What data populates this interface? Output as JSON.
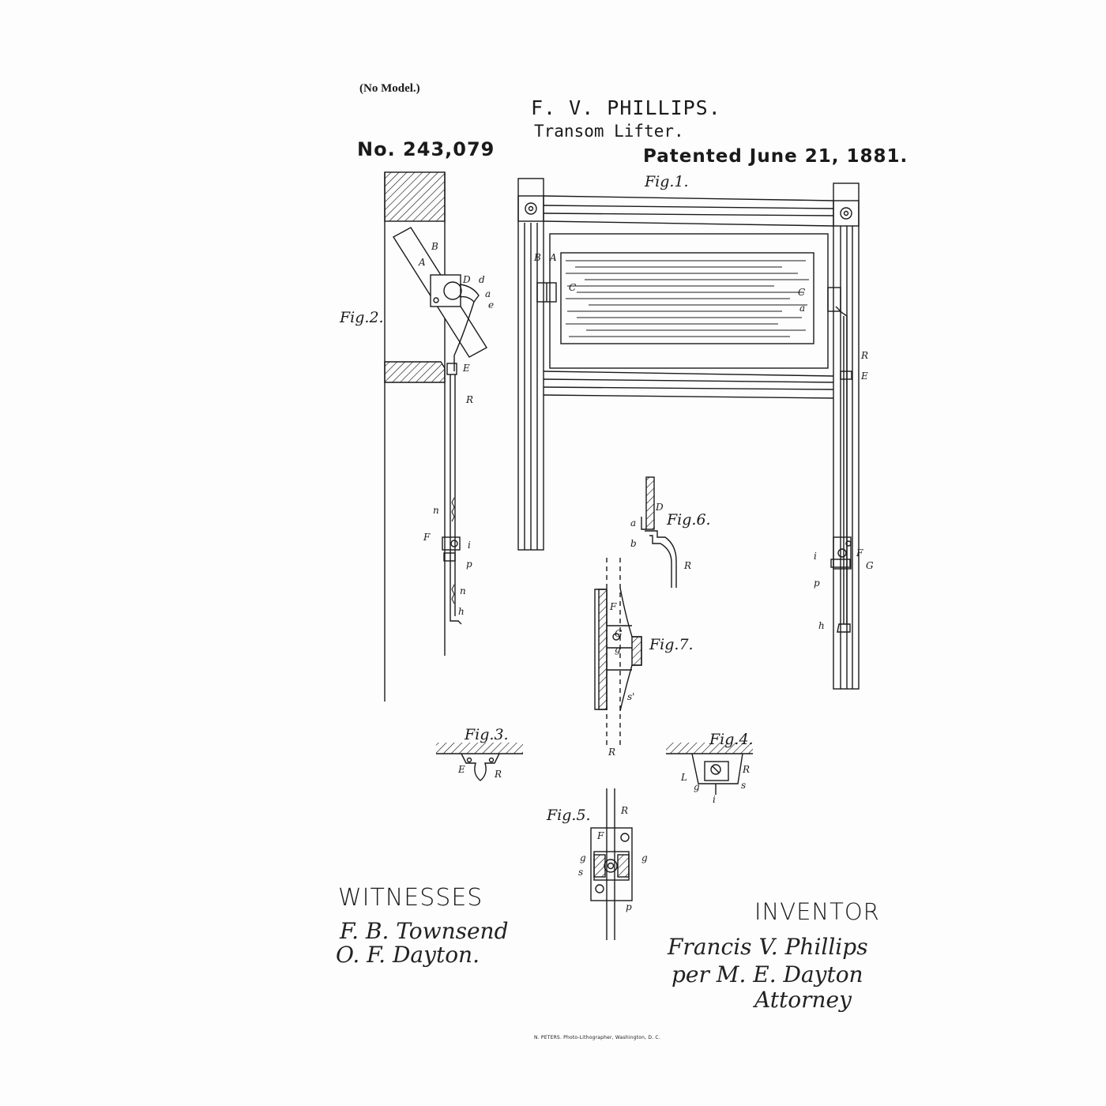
{
  "header": {
    "no_model": "(No Model.)",
    "inventor": "F. V. PHILLIPS.",
    "title": "Transom Lifter.",
    "patent_number": "No. 243,079",
    "patent_date": "Patented June 21, 1881."
  },
  "figures": {
    "fig1": "Fig.1.",
    "fig2": "Fig.2.",
    "fig3": "Fig.3.",
    "fig4": "Fig.4.",
    "fig5": "Fig.5.",
    "fig6": "Fig.6.",
    "fig7": "Fig.7."
  },
  "reference_letters": {
    "B": "B",
    "A": "A",
    "C": "C",
    "a": "a",
    "R": "R",
    "E": "E",
    "D": "D",
    "d": "d",
    "e": "e",
    "F": "F",
    "G": "G",
    "i": "i",
    "p": "p",
    "n": "n",
    "h": "h",
    "b": "b",
    "g": "g",
    "s": "s",
    "s_prime": "s'",
    "L": "L"
  },
  "witnesses": {
    "heading": "WITNESSES",
    "names": [
      "F. B. Townsend",
      "O. F. Dayton."
    ]
  },
  "inventor_block": {
    "heading": "INVENTOR",
    "signature": "Francis V. Phillips",
    "attorney_line": "per M. E. Dayton",
    "attorney_title": "Attorney"
  },
  "footer": {
    "printer": "N. PETERS. Photo-Lithographer, Washington, D. C."
  },
  "colors": {
    "ink": "#1a1a1a",
    "paper": "#fdfdfd"
  }
}
